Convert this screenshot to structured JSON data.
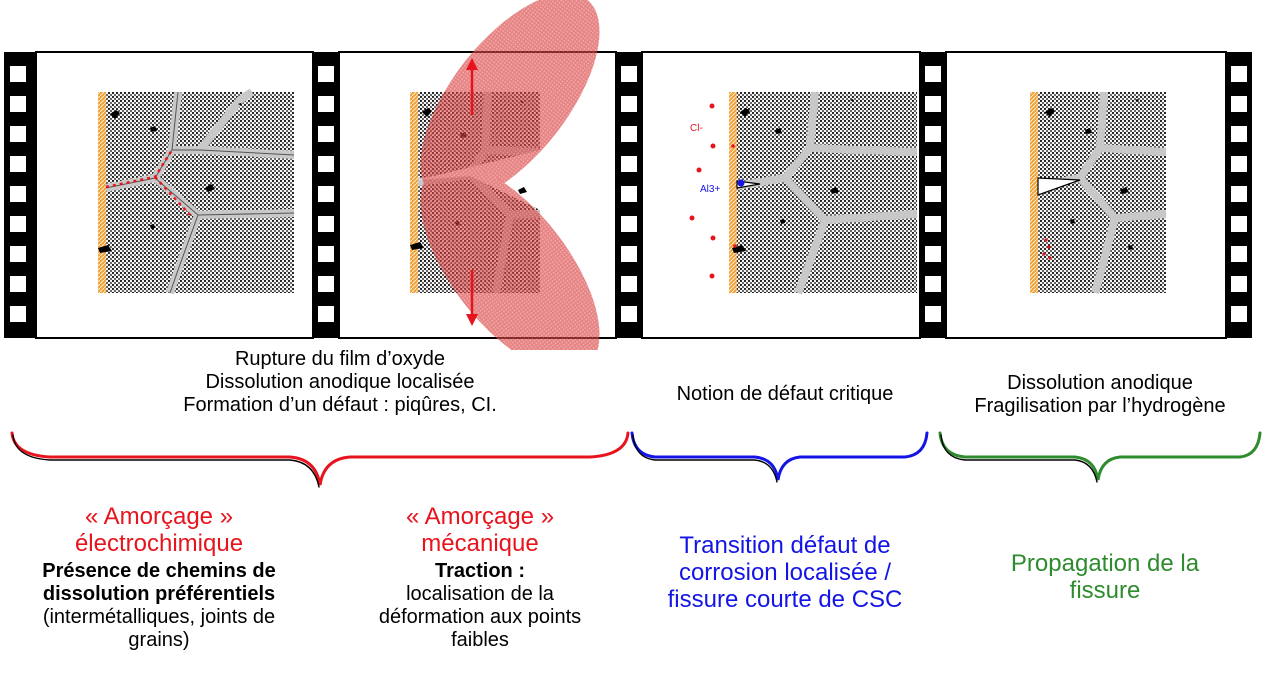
{
  "frame_labels": {
    "chloride": "Cl-",
    "aluminium": "Al3+"
  },
  "captions": {
    "group1": [
      "Rupture du film d’oxyde",
      "Dissolution anodique localisée",
      "Formation d’un défaut : piqûres, CI."
    ],
    "group2": "Notion de défaut critique",
    "group3": [
      "Dissolution anodique",
      "Fragilisation par l’hydrogène"
    ]
  },
  "stages": {
    "electro": {
      "title": [
        "« Amorçage »",
        "électrochimique"
      ],
      "bold": [
        "Présence de chemins de",
        "dissolution préférentiels"
      ],
      "note": [
        "(intermétalliques, joints de",
        "grains)"
      ]
    },
    "meca": {
      "title": [
        "« Amorçage »",
        "mécanique"
      ],
      "bold": [
        "Traction :"
      ],
      "note": [
        "localisation de la",
        "déformation aux points",
        "faibles"
      ]
    },
    "transition": {
      "title": [
        "Transition défaut de",
        "corrosion localisée /",
        "fissure courte de CSC"
      ]
    },
    "propagation": {
      "title": [
        "Propagation de la",
        "fissure"
      ]
    }
  },
  "colors": {
    "red": "#e8141d",
    "blue": "#1414e6",
    "green": "#2e8b2e",
    "orange": "#f2a33a",
    "grain": "#c8c8c8",
    "highlight": "#e85858"
  }
}
